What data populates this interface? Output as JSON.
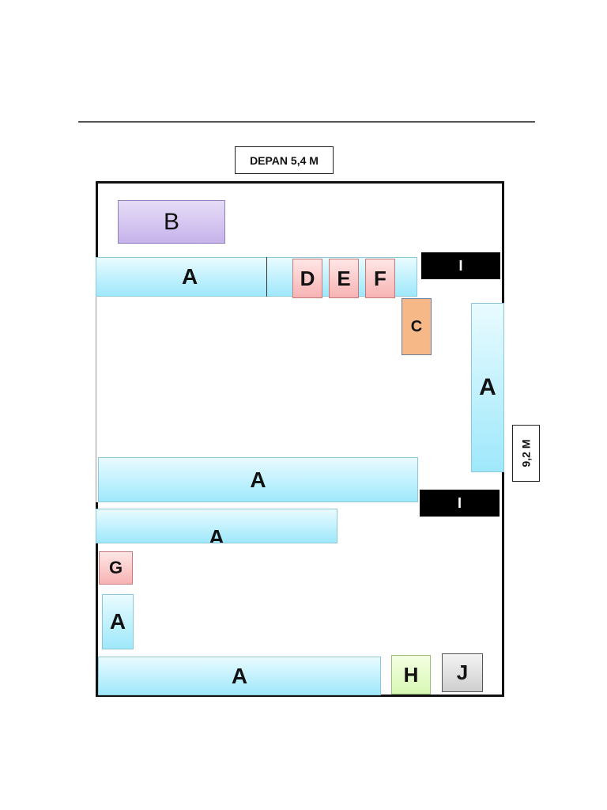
{
  "labels": {
    "front_dimension": "DEPAN 5,4 M",
    "side_dimension": "9,2 M"
  },
  "blocks": {
    "a_top": "A",
    "b": "B",
    "d": "D",
    "e": "E",
    "f": "F",
    "i_top": "I",
    "c": "C",
    "a_right": "A",
    "a_mid": "A",
    "i_mid": "I",
    "a_lower": "A",
    "g": "G",
    "a_small": "A",
    "a_bottom": "A",
    "h": "H",
    "j": "J"
  },
  "colors": {
    "cyan": "#9ee8fb",
    "purple": "#c6b3ea",
    "pink": "#f7b3b3",
    "orange": "#f7b887",
    "black": "#000000",
    "green": "#d8f7b4",
    "gray": "#cfcfcf"
  }
}
